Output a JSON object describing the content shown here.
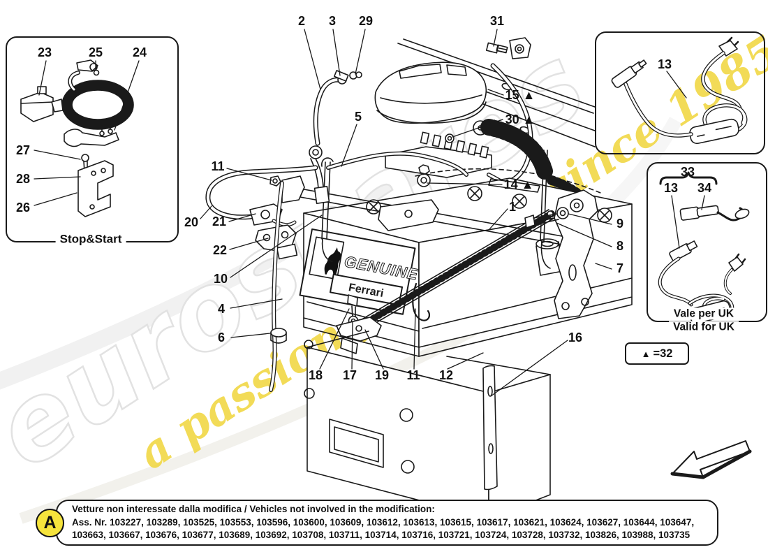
{
  "watermark": {
    "brand": "eurospares",
    "tagline": "a passion for parts since 1985"
  },
  "insets": {
    "stop_start": {
      "caption": "Stop&Start"
    },
    "uk": {
      "caption_it": "Vale per UK",
      "caption_en": "Valid for UK"
    }
  },
  "legend": {
    "triangle": "▲",
    "text": "=32"
  },
  "battery_label": {
    "line1": "GENUINE",
    "line2": "Ferrari"
  },
  "callouts": [
    {
      "part": "2"
    },
    {
      "part": "3"
    },
    {
      "part": "29"
    },
    {
      "part": "31"
    },
    {
      "part": "23"
    },
    {
      "part": "25"
    },
    {
      "part": "24"
    },
    {
      "part": "13"
    },
    {
      "part": "15 ▲"
    },
    {
      "part": "30 ▲"
    },
    {
      "part": "5"
    },
    {
      "part": "27"
    },
    {
      "part": "28"
    },
    {
      "part": "26"
    },
    {
      "part": "11"
    },
    {
      "part": "14 ▲"
    },
    {
      "part": "1"
    },
    {
      "part": "9"
    },
    {
      "part": "8"
    },
    {
      "part": "7"
    },
    {
      "part": "20"
    },
    {
      "part": "21"
    },
    {
      "part": "22"
    },
    {
      "part": "10"
    },
    {
      "part": "4"
    },
    {
      "part": "6"
    },
    {
      "part": "18"
    },
    {
      "part": "17"
    },
    {
      "part": "19"
    },
    {
      "part": "11"
    },
    {
      "part": "12"
    },
    {
      "part": "16"
    },
    {
      "part": "33"
    },
    {
      "part": "13"
    },
    {
      "part": "34"
    }
  ],
  "banner": {
    "badge": "A",
    "line1": "Vetture non interessate dalla modifica / Vehicles not involved in the modification:",
    "line2": "Ass. Nr. 103227, 103289, 103525, 103553, 103596, 103600, 103609, 103612, 103613, 103615, 103617, 103621, 103624, 103627, 103644, 103647,",
    "line3": "103663, 103667, 103676, 103677, 103689, 103692, 103708, 103711, 103714, 103716, 103721, 103724, 103728, 103732, 103826, 103988, 103735"
  }
}
